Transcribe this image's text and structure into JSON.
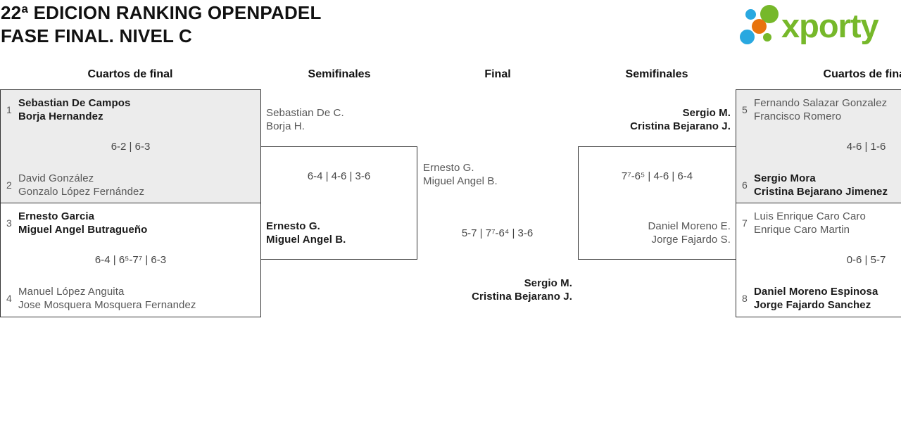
{
  "page": {
    "title_line1": "22ª EDICION RANKING OPENPADEL",
    "title_line2": "FASE FINAL. NIVEL C"
  },
  "logo": {
    "text": "xporty"
  },
  "colors": {
    "logo_green": "#76b82a",
    "logo_blue": "#29a8e0",
    "logo_orange": "#e8730d",
    "box_gray": "#ececec",
    "winner_text": "#1b1b1b",
    "loser_text": "#575757"
  },
  "columns": [
    "Cuartos de final",
    "Semifinales",
    "Final",
    "Semifinales",
    "Cuartos de final"
  ],
  "matches": {
    "qf1": {
      "seed_top": "1",
      "team_top": [
        "Sebastian De Campos",
        "Borja Hernandez"
      ],
      "score": "6-2 | 6-3",
      "seed_bottom": "2",
      "team_bottom": [
        "David González",
        "Gonzalo López Fernández"
      ]
    },
    "qf2": {
      "seed_top": "3",
      "team_top": [
        "Ernesto Garcia",
        "Miguel Angel Butragueño"
      ],
      "score": "6-4 | 6⁵-7⁷ | 6-3",
      "seed_bottom": "4",
      "team_bottom": [
        "Manuel López Anguita",
        "Jose Mosquera Mosquera Fernandez"
      ]
    },
    "sf_left": {
      "team_top": [
        "Sebastian De C.",
        "Borja H."
      ],
      "score": "6-4 | 4-6 | 3-6",
      "team_bottom": [
        "Ernesto G.",
        "Miguel Angel B."
      ]
    },
    "final": {
      "team_top": [
        "Ernesto G.",
        "Miguel Angel B."
      ],
      "score": "5-7 | 7⁷-6⁴ | 3-6",
      "champion": [
        "Sergio M.",
        "Cristina Bejarano J."
      ]
    },
    "sf_right": {
      "team_top": [
        "Sergio M.",
        "Cristina Bejarano J."
      ],
      "score": "7⁷-6⁵ | 4-6 | 6-4",
      "team_bottom": [
        "Daniel Moreno E.",
        "Jorge Fajardo S."
      ]
    },
    "qf3": {
      "seed_top": "5",
      "team_top": [
        "Fernando Salazar Gonzalez",
        "Francisco Romero"
      ],
      "score": "4-6 | 1-6",
      "seed_bottom": "6",
      "team_bottom": [
        "Sergio Mora",
        "Cristina Bejarano Jimenez"
      ]
    },
    "qf4": {
      "seed_top": "7",
      "team_top": [
        "Luis Enrique Caro Caro",
        "Enrique Caro Martin"
      ],
      "score": "0-6 | 5-7",
      "seed_bottom": "8",
      "team_bottom": [
        "Daniel Moreno Espinosa",
        "Jorge Fajardo Sanchez"
      ]
    }
  }
}
